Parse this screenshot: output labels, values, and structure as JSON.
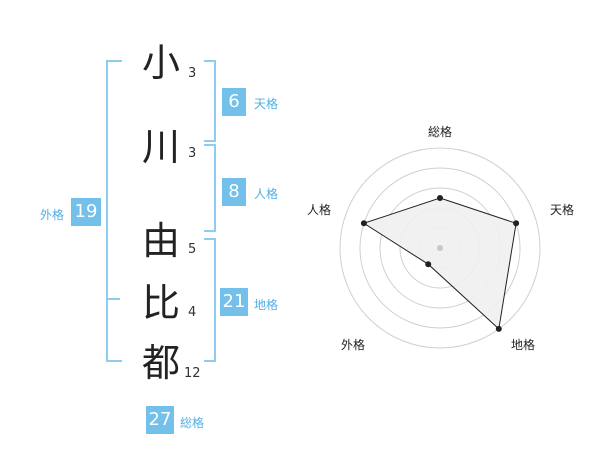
{
  "name": {
    "chars": [
      {
        "char": "小",
        "strokes": "3"
      },
      {
        "char": "川",
        "strokes": "3"
      },
      {
        "char": "由",
        "strokes": "5"
      },
      {
        "char": "比",
        "strokes": "4"
      },
      {
        "char": "都",
        "strokes": "12"
      }
    ]
  },
  "fortune": {
    "tenkaku": {
      "value": "6",
      "label": "天格"
    },
    "jinkaku": {
      "value": "8",
      "label": "人格"
    },
    "chikaku": {
      "value": "21",
      "label": "地格"
    },
    "gaikaku": {
      "value": "19",
      "label": "外格"
    },
    "soukaku": {
      "value": "27",
      "label": "総格"
    }
  },
  "radar": {
    "labels": {
      "top": "総格",
      "right": "天格",
      "bottomright": "地格",
      "bottomleft": "外格",
      "left": "人格"
    },
    "scores": {
      "sokaku": 0.5,
      "tenkaku": 0.8,
      "chikaku": 1.0,
      "gaikaku": 0.2,
      "jinkaku": 0.8
    },
    "colors": {
      "grid": "#d0d0d0",
      "fill": "#f0f0f0",
      "line": "#222222",
      "center": "#c8c8c8"
    }
  }
}
